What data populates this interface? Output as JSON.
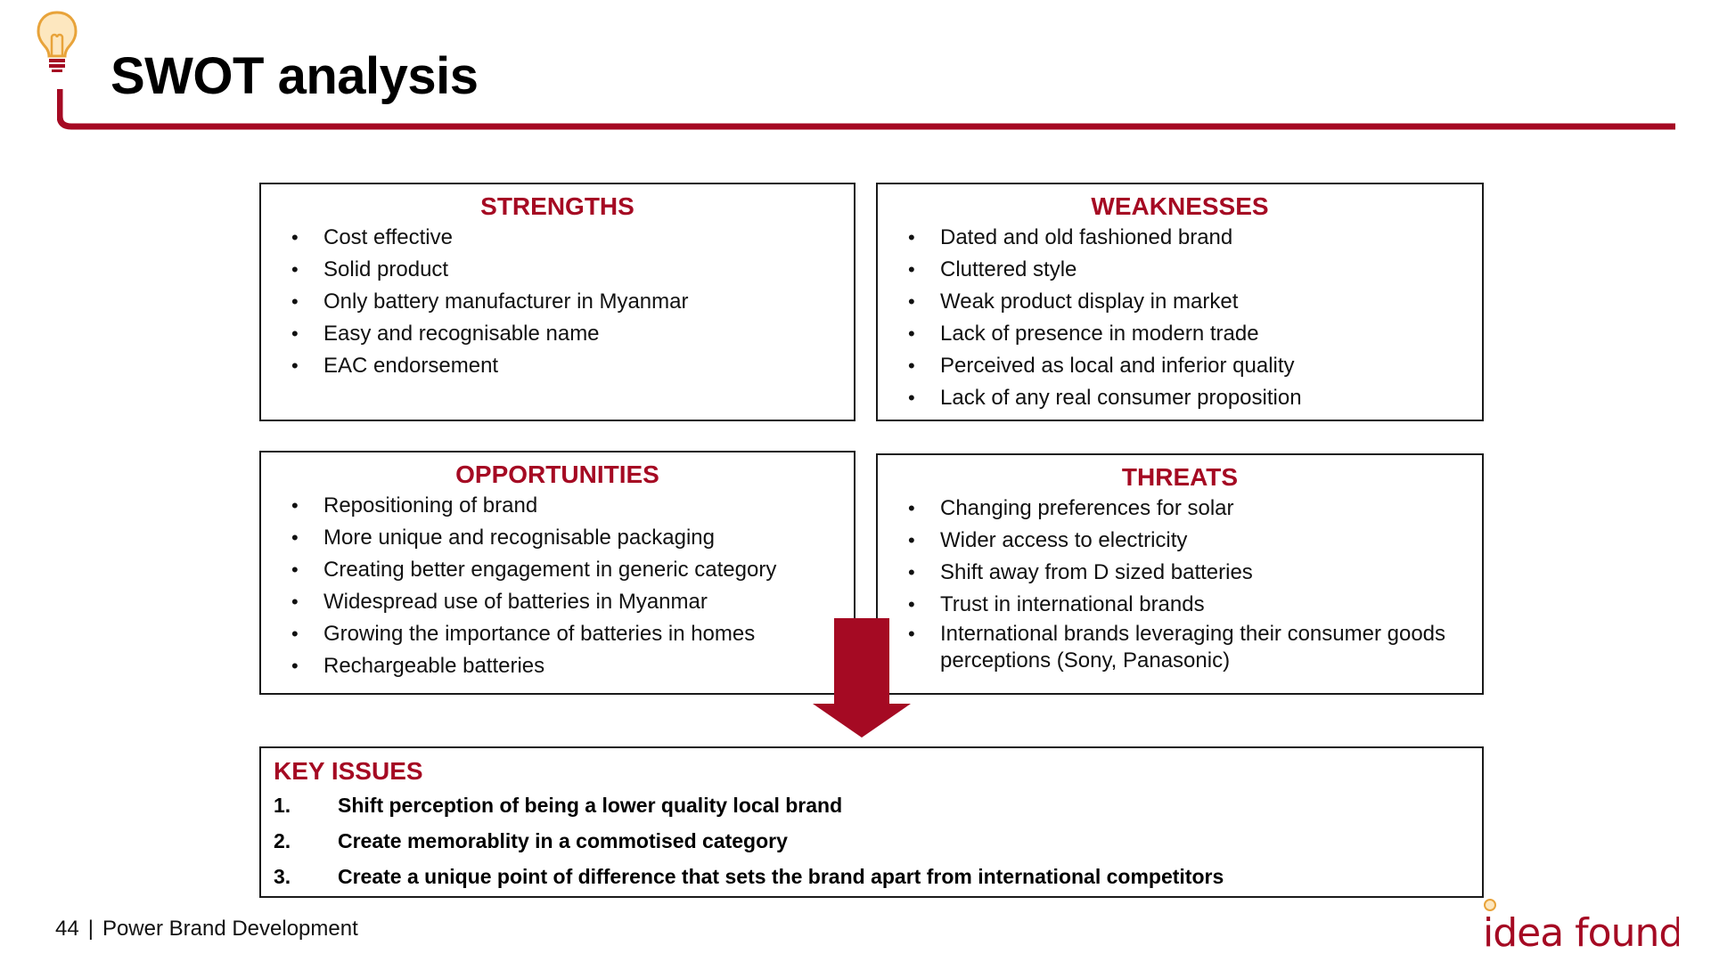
{
  "page": {
    "title": "SWOT analysis"
  },
  "swot": {
    "strengths": {
      "heading": "STRENGTHS",
      "items": [
        "Cost effective",
        "Solid product",
        "Only battery manufacturer in Myanmar",
        "Easy and recognisable name",
        "EAC endorsement"
      ]
    },
    "weaknesses": {
      "heading": "WEAKNESSES",
      "items": [
        "Dated and old fashioned brand",
        "Cluttered style",
        "Weak product display in market",
        "Lack of presence in modern trade",
        "Perceived as local and inferior quality",
        "Lack of any real consumer proposition"
      ]
    },
    "opportunities": {
      "heading": "OPPORTUNITIES",
      "items": [
        "Repositioning of brand",
        "More unique and recognisable packaging",
        "Creating better engagement in generic category",
        "Widespread use of batteries in Myanmar",
        "Growing the importance of batteries in homes",
        "Rechargeable batteries"
      ]
    },
    "threats": {
      "heading": "THREATS",
      "items": [
        "Changing preferences for solar",
        "Wider access to electricity",
        "Shift away from D sized batteries",
        "Trust in international brands",
        "International brands leveraging their consumer goods perceptions (Sony, Panasonic)"
      ]
    }
  },
  "key_issues": {
    "heading": "KEY ISSUES",
    "items": [
      {
        "num": "1.",
        "text": "Shift perception of being a lower quality local brand"
      },
      {
        "num": "2.",
        "text": "Create memorablity in a commotised category"
      },
      {
        "num": "3.",
        "text": "Create a unique point of difference that sets the brand apart from international competitors"
      }
    ]
  },
  "footer": {
    "page_number": "44",
    "separator": "|",
    "label": "Power Brand Development"
  },
  "brand": {
    "logo_text": "idea foundry"
  },
  "colors": {
    "accent": "#a50a23",
    "bulb": "#e8a33a",
    "text": "#111111"
  }
}
